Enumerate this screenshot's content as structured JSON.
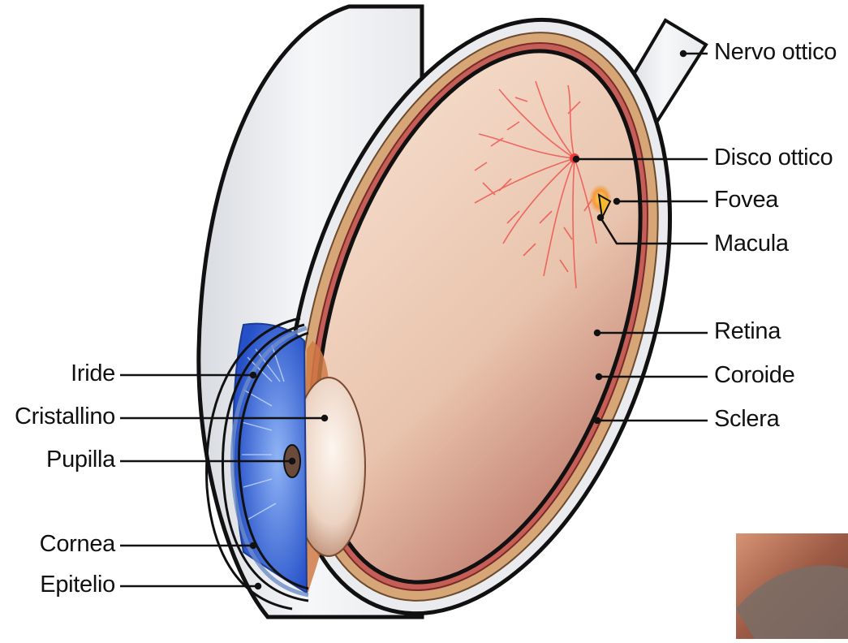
{
  "labels": {
    "nervo_ottico": "Nervo ottico",
    "disco_ottico": "Disco ottico",
    "fovea": "Fovea",
    "macula": "Macula",
    "retina": "Retina",
    "coroide": "Coroide",
    "sclera": "Sclera",
    "iride": "Iride",
    "cristallino": "Cristallino",
    "pupilla": "Pupilla",
    "cornea": "Cornea",
    "epitelio": "Epitelio"
  },
  "colors": {
    "sclera": "#f1f2f4",
    "choroid": "#d9a877",
    "retina": "#c45d58",
    "fundus": "#e8c3ad",
    "iris": "#2f6ad8",
    "vessels": "#ee5b55"
  }
}
